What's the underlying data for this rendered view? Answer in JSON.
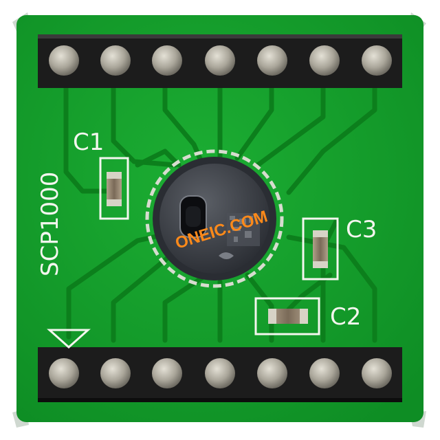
{
  "board": {
    "label_part": "SCP1000",
    "label_c1": "C1",
    "label_c2": "C2",
    "label_c3": "C3"
  },
  "watermark": "ONEIC.COM",
  "colors": {
    "pcb": "#14a02a",
    "trace": "#0c7f1c",
    "header": "#1c1c1c",
    "pin": "#bdb9ad",
    "silkscreen": "#f4f6ef",
    "watermark": "#ff8a1a"
  },
  "header_top": {
    "pins": 7
  },
  "header_bottom": {
    "pins": 7
  }
}
